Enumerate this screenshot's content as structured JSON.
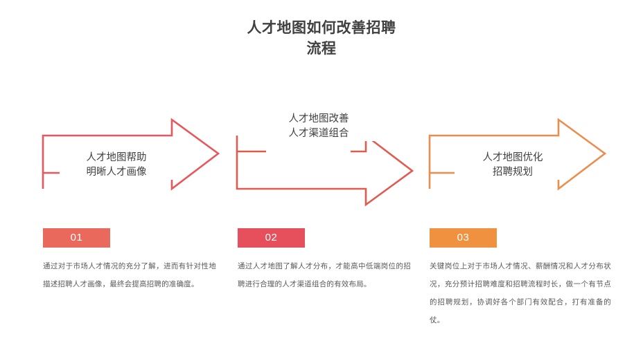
{
  "slide": {
    "title": "人才地图如何改善招聘\n流程",
    "background": "#FFFFFF",
    "title_color": "#404040"
  },
  "colors": {
    "arrow_1": "#E8575C",
    "arrow_2": "#E15A50",
    "arrow_3": "#EC8D4E",
    "badge_1": "#E96A5C",
    "badge_2": "#E6505C",
    "badge_3": "#F0913F",
    "body_text": "#5A5A5A"
  },
  "arrows": [
    {
      "label": "人才地图帮助\n明晰人才画像",
      "stroke": "#E8575C",
      "label_position": "inside-bottom-break"
    },
    {
      "label": "人才地图改善\n人才渠道组合",
      "stroke": "#E15A50",
      "label_position": "above-top-break"
    },
    {
      "label": "人才地图优化\n招聘规划",
      "stroke": "#EC8D4E",
      "label_position": "inside-bottom-break"
    }
  ],
  "details": [
    {
      "number": "01",
      "badge_color": "#E96A5C",
      "text": "通过对于市场人才情况的充分了解，进而有针对性地描述招聘人才画像，最终会提高招聘的准确度。"
    },
    {
      "number": "02",
      "badge_color": "#E6505C",
      "text": "通过人才地图了解人才分布，才能高中低端岗位的招聘进行合理的人才渠道组合的有效布局。"
    },
    {
      "number": "03",
      "badge_color": "#F0913F",
      "text": "关键岗位上对于市场人才情况、薪酬情况和人才分布状况，充分预计招聘难度和招聘流程时长，做一个有节点的招聘规划，协调好各个部门有效配合，打有准备的仗。"
    }
  ]
}
